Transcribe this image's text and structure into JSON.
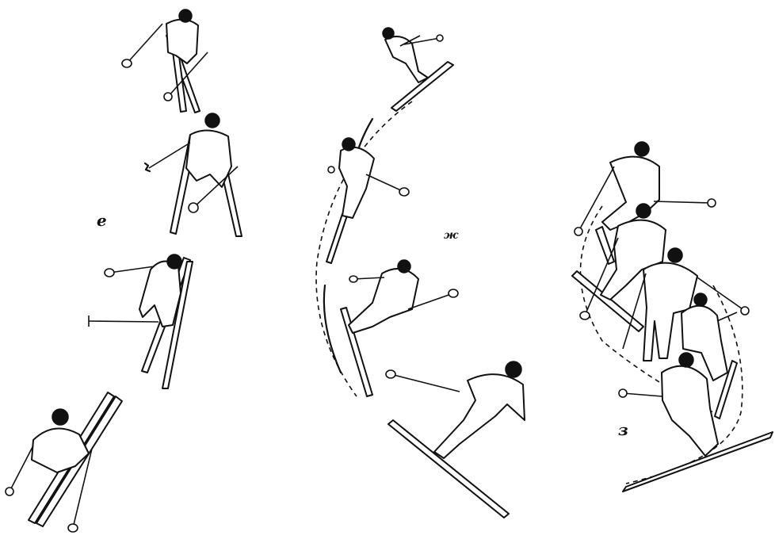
{
  "labels": {
    "group_e": "е",
    "group_zh": "ж",
    "group_z": "з"
  },
  "colors": {
    "ink": "#111111",
    "paper": "#ffffff"
  }
}
